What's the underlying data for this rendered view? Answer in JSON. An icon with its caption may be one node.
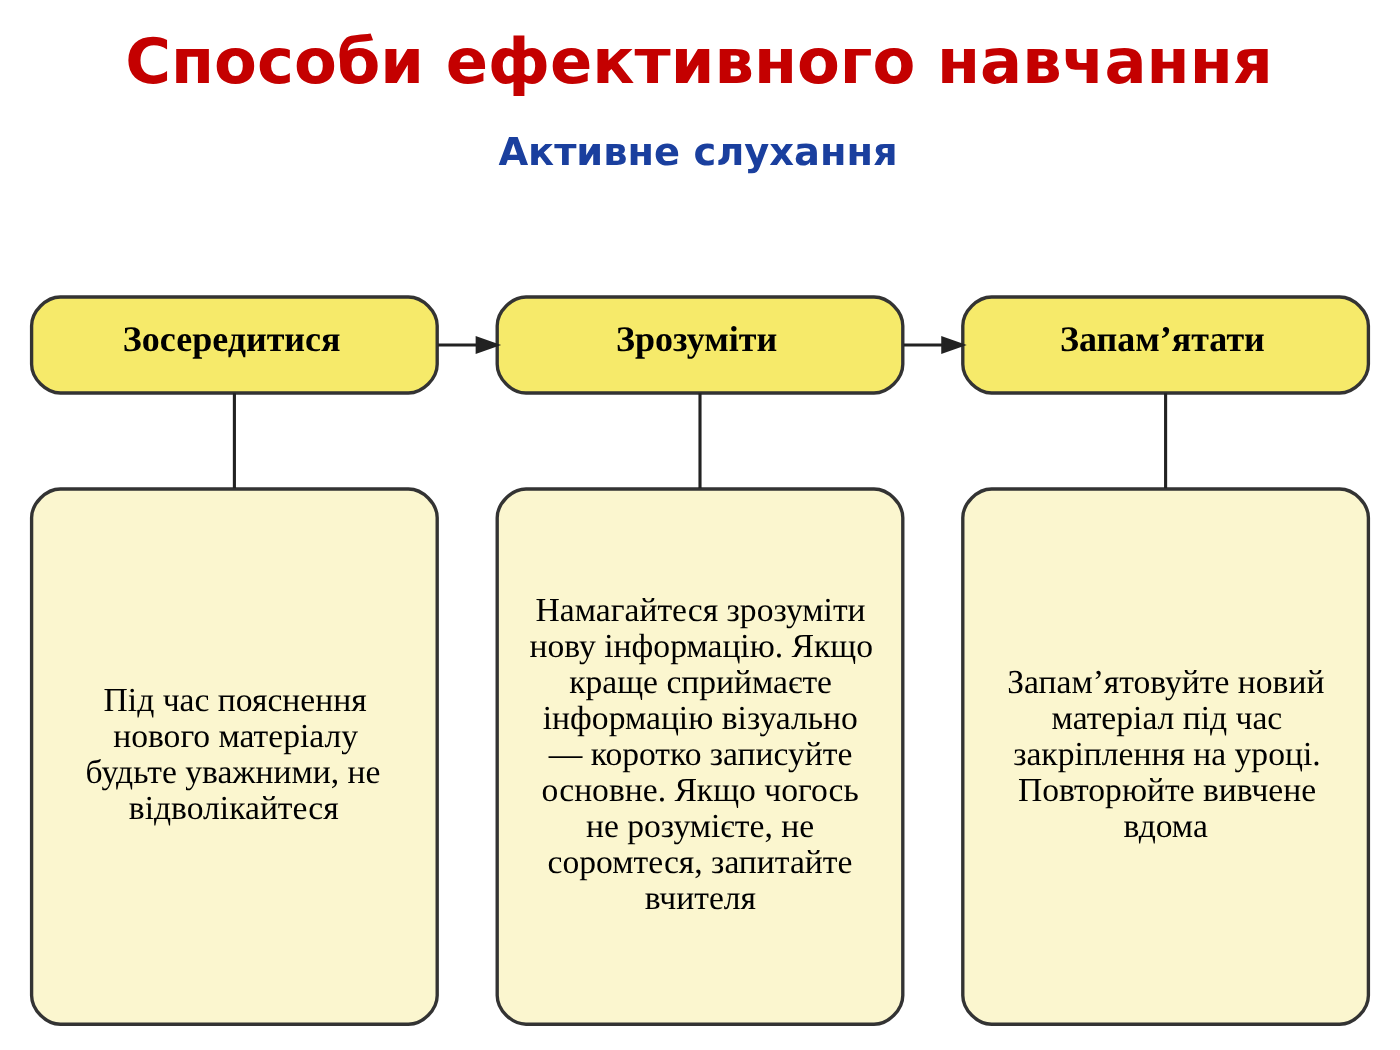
{
  "diagram": {
    "title": "Способи ефективного навчання",
    "nodes": [
      {
        "text": [
          "Зосередитися"
        ]
      },
      {
        "text": [
          "Зрозуміти"
        ]
      },
      {
        "text": [
          "Запам’ятати"
        ]
      },
      {
        "text": [
          "Під час пояснення нового матеріалу будьте уважними, не відволікайтеся"
        ]
      },
      {
        "text": [
          "Намагайтеся зрозуміти нову інформацію. Якщо краще сприймаєте інформацію візуально — коротко записуйте основне. Якщо чогось не розумієте, не соромтеся, запитайте вчителя"
        ]
      },
      {
        "text": [
          "Запам’ятовуйте новий матеріал під час закріплення на уроці. Повторюйте вивчене вдома"
        ]
      }
    ],
    "edges": [
      {
        "from": 0,
        "to": 1,
        "arrow": "to"
      },
      {
        "from": 1,
        "to": 2,
        "arrow": "to"
      },
      {
        "from": 0,
        "to": 3,
        "arrow": "none"
      },
      {
        "from": 1,
        "to": 4,
        "arrow": "none"
      },
      {
        "from": 2,
        "to": 5,
        "arrow": "none"
      }
    ],
    "labels": [
      "Активне слухання"
    ]
  }
}
